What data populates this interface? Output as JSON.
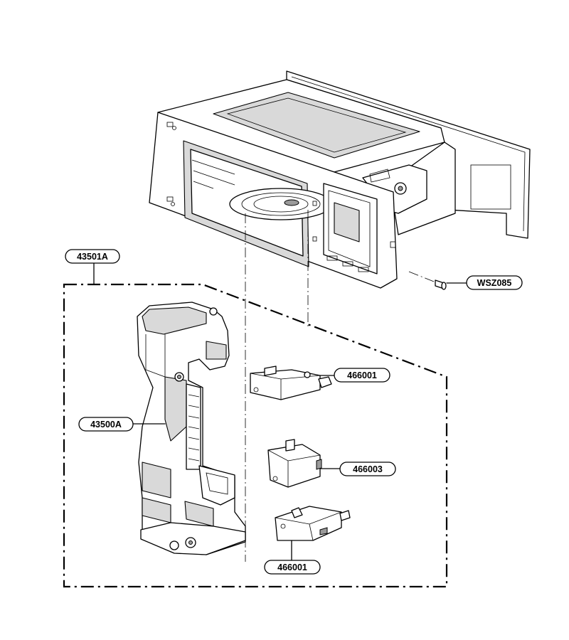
{
  "callouts": {
    "assembly": "43501A",
    "bracket": "43500A",
    "screw": "WSZ085",
    "switch_top": "466001",
    "switch_middle": "466003",
    "switch_bottom": "466001"
  }
}
